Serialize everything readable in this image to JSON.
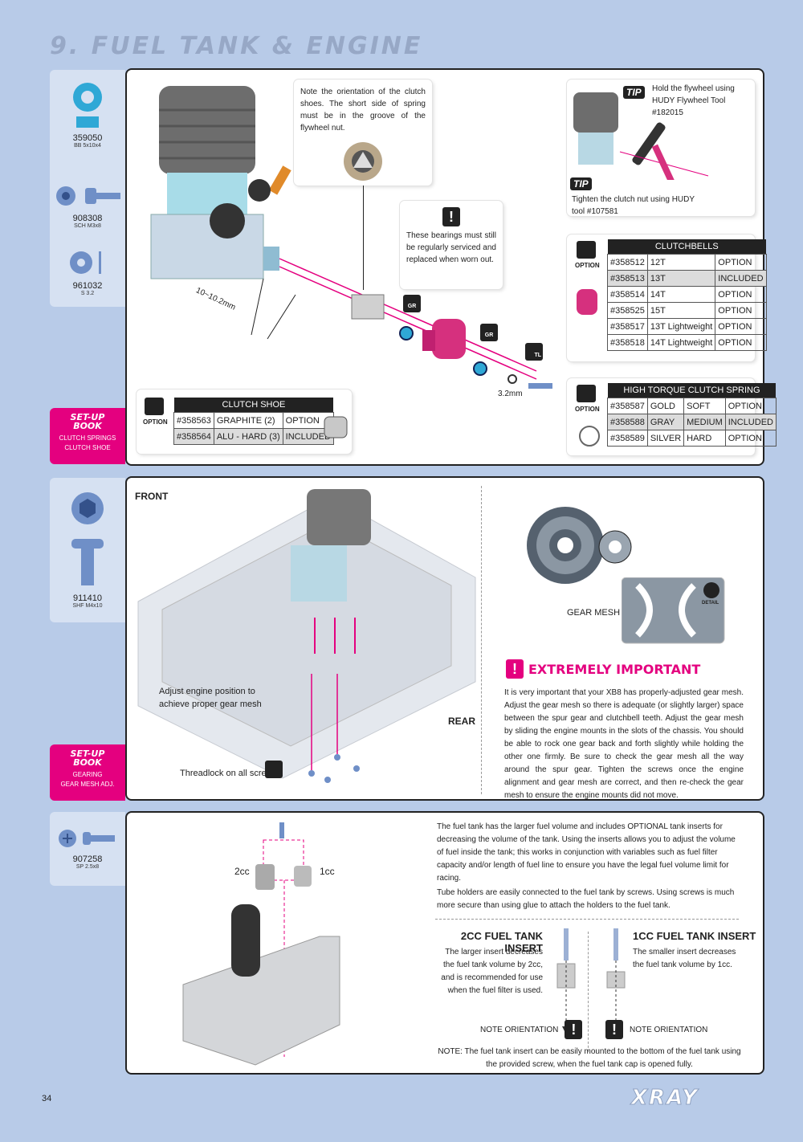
{
  "page": {
    "title": "9. FUEL TANK & ENGINE",
    "number": "34",
    "brand": "XRAY"
  },
  "sidebar1": {
    "parts": [
      {
        "num": "359050",
        "desc": "BB 5x10x4"
      },
      {
        "num": "908308",
        "desc": "SCH M3x8"
      },
      {
        "num": "961032",
        "desc": "S 3.2"
      }
    ],
    "setup": {
      "head1": "SET-UP",
      "head2": "BOOK",
      "line1": "CLUTCH SPRINGS",
      "line2": "CLUTCH SHOE"
    }
  },
  "sidebar2": {
    "parts": [
      {
        "num": "911410",
        "desc": "SHF M4x10"
      }
    ],
    "setup": {
      "head1": "SET-UP",
      "head2": "BOOK",
      "line1": "GEARING",
      "line2": "GEAR MESH ADJ."
    }
  },
  "sidebar3": {
    "parts": [
      {
        "num": "907258",
        "desc": "SP 2.5x8"
      }
    ]
  },
  "panel1": {
    "clutch_note": "Note the orientation of the clutch shoes. The short side of spring must be in the groove of the flywheel nut.",
    "bearing_note": "These bearings must still be regularly serviced and replaced when worn out.",
    "dimension": "10~10.2mm",
    "washer_label": "3.2mm",
    "gr": "GR",
    "tl": "TL",
    "tip_label": "TIP",
    "tip1": "Hold the flywheel using HUDY Flywheel Tool #182015",
    "tip2": "Tighten the clutch nut using HUDY tool #107581",
    "option": "OPTION",
    "clutchbells": {
      "header": "CLUTCHBELLS",
      "rows": [
        [
          "#358512",
          "12T",
          "OPTION"
        ],
        [
          "#358513",
          "13T",
          "INCLUDED"
        ],
        [
          "#358514",
          "14T",
          "OPTION"
        ],
        [
          "#358525",
          "15T",
          "OPTION"
        ],
        [
          "#358517",
          "13T Lightweight",
          "OPTION"
        ],
        [
          "#358518",
          "14T Lightweight",
          "OPTION"
        ]
      ]
    },
    "spring": {
      "header": "HIGH TORQUE CLUTCH SPRING",
      "rows": [
        [
          "#358587",
          "GOLD",
          "SOFT",
          "OPTION"
        ],
        [
          "#358588",
          "GRAY",
          "MEDIUM",
          "INCLUDED"
        ],
        [
          "#358589",
          "SILVER",
          "HARD",
          "OPTION"
        ]
      ]
    },
    "shoe": {
      "header": "CLUTCH SHOE",
      "rows": [
        [
          "#358563",
          "GRAPHITE (2)",
          "OPTION"
        ],
        [
          "#358564",
          "ALU - HARD (3)",
          "INCLUDED"
        ]
      ]
    }
  },
  "panel2": {
    "front": "FRONT",
    "rear": "REAR",
    "adjust_note": "Adjust engine position to achieve proper gear mesh",
    "threadlock": "Threadlock on all screws",
    "gear_mesh": "GEAR MESH",
    "detail": "DETAIL",
    "important_title": "EXTREMELY IMPORTANT",
    "important_text": "It is very important that your XB8 has properly-adjusted gear mesh. Adjust the gear mesh so there is adequate (or slightly larger) space between the spur gear and clutchbell teeth. Adjust the gear mesh by sliding the engine mounts in the slots of the chassis. You should be able to rock one gear back and forth slightly while holding the other one firmly. Be sure to check the gear mesh all the way around the spur gear. Tighten the screws once the engine alignment and gear mesh are correct, and then re-check the gear mesh to ensure the engine mounts did not move."
  },
  "panel3": {
    "label_2cc": "2cc",
    "label_1cc": "1cc",
    "intro": "The fuel tank has the larger fuel volume and includes OPTIONAL tank inserts for decreasing the volume of the tank. Using the inserts allows you to adjust the volume of fuel inside the tank; this works in conjunction with variables such as fuel filter capacity and/or length of fuel line to ensure you have the legal fuel volume limit for racing.",
    "tube_note": "Tube holders are easily connected to the fuel tank by screws. Using screws is much more secure than using glue to attach the holders to the fuel tank.",
    "insert2_title": "2CC FUEL TANK INSERT",
    "insert2_text": "The larger insert decreases the fuel tank volume by 2cc, and is recommended for use when the fuel filter is used.",
    "insert1_title": "1CC FUEL TANK INSERT",
    "insert1_text": "The smaller insert decreases the fuel tank volume by 1cc.",
    "orientation": "NOTE ORIENTATION",
    "bottom_note": "NOTE: The fuel tank insert can be easily mounted to the bottom of the fuel tank using the provided screw, when the fuel tank cap is opened fully."
  }
}
